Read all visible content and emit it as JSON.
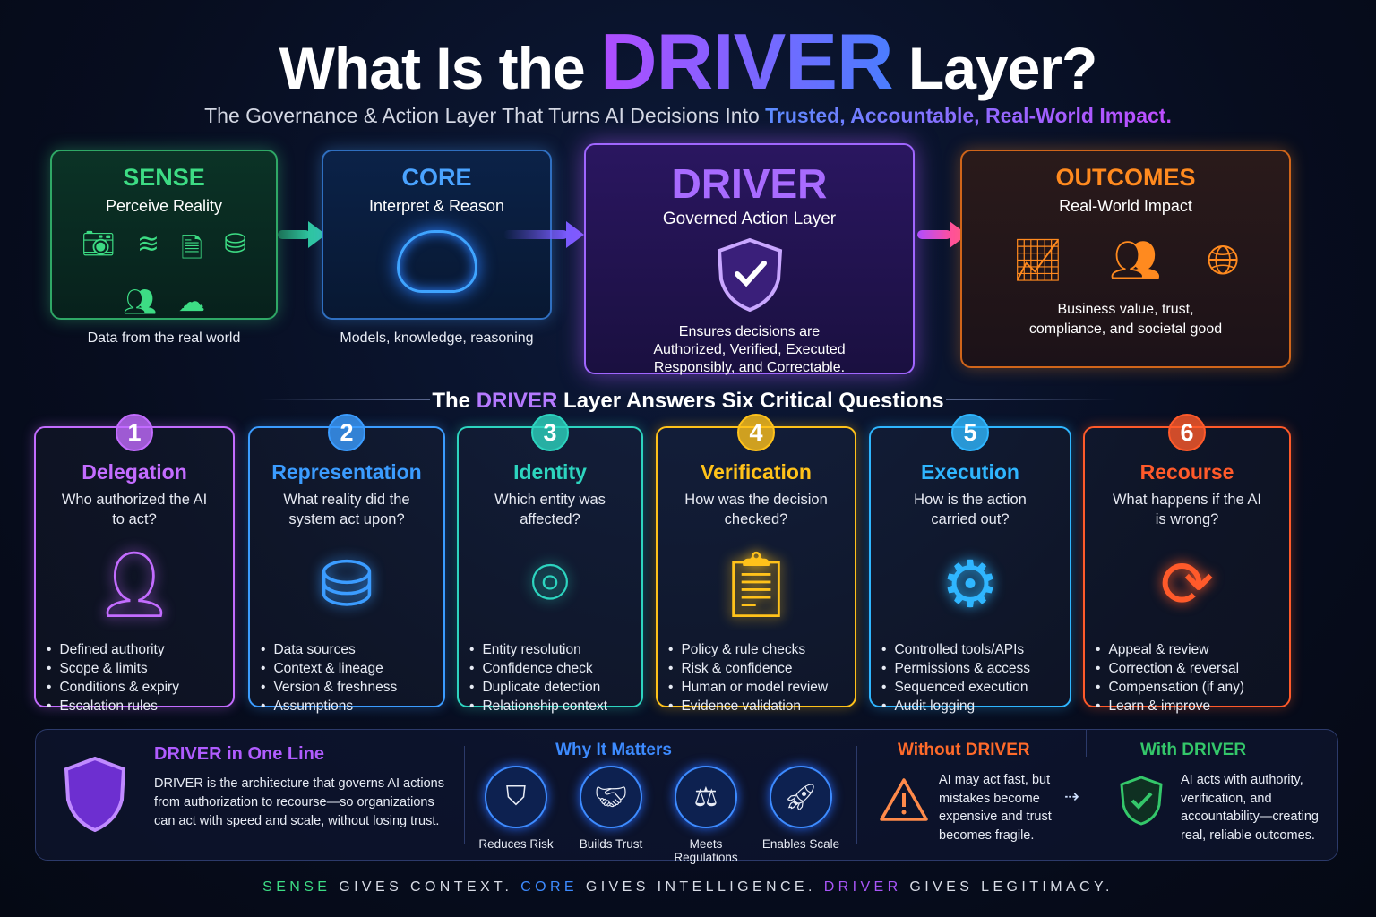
{
  "header": {
    "title_pre": "What Is the",
    "title_accent": "DRIVER",
    "title_post": "Layer?",
    "subtitle": "The Governance & Action Layer That Turns AI Decisions Into",
    "subtitle_accent": "Trusted, Accountable, Real-World Impact."
  },
  "flow": {
    "sense": {
      "title": "SENSE",
      "subtitle": "Perceive Reality",
      "caption": "Data from the real world",
      "color": "#3ddc84",
      "icons": [
        "camera-icon",
        "wifi-icon",
        "document-icon",
        "database-icon",
        "users-icon",
        "cloud-gear-icon"
      ]
    },
    "core": {
      "title": "CORE",
      "subtitle": "Interpret & Reason",
      "caption": "Models, knowledge, reasoning",
      "color": "#4aa3ff",
      "icon": "brain-icon"
    },
    "driver": {
      "title": "DRIVER",
      "subtitle": "Governed Action Layer",
      "description": "Ensures decisions are Authorized, Verified, Executed Responsibly, and Correctable.",
      "color": "#a855f7",
      "icon": "shield-check-icon"
    },
    "outcomes": {
      "title": "OUTCOMES",
      "subtitle": "Real-World Impact",
      "description": "Business value, trust, compliance, and societal good",
      "color": "#ff8a1f",
      "icons": [
        "growth-chart-icon",
        "team-icon",
        "globe-icon"
      ]
    }
  },
  "questions": {
    "title_pre": "The",
    "title_accent": "DRIVER",
    "title_post": "Layer Answers Six Critical Questions",
    "cards": [
      {
        "number": "1",
        "title": "Delegation",
        "question": "Who authorized the AI to act?",
        "icon": "user-check-icon",
        "color": "#c36cff",
        "bullets": [
          "Defined authority",
          "Scope & limits",
          "Conditions & expiry",
          "Escalation rules"
        ]
      },
      {
        "number": "2",
        "title": "Representation",
        "question": "What reality did the system act upon?",
        "icon": "database-document-icon",
        "color": "#3b9cff",
        "bullets": [
          "Data sources",
          "Context & lineage",
          "Version & freshness",
          "Assumptions"
        ]
      },
      {
        "number": "3",
        "title": "Identity",
        "question": "Which entity was affected?",
        "icon": "fingerprint-icon",
        "color": "#2dd4bf",
        "bullets": [
          "Entity resolution",
          "Confidence check",
          "Duplicate detection",
          "Relationship context"
        ]
      },
      {
        "number": "4",
        "title": "Verification",
        "question": "How was the decision checked?",
        "icon": "checklist-search-icon",
        "color": "#ffc21a",
        "bullets": [
          "Policy & rule checks",
          "Risk & confidence",
          "Human or model review",
          "Evidence validation"
        ]
      },
      {
        "number": "5",
        "title": "Execution",
        "question": "How is the action carried out?",
        "icon": "gears-play-icon",
        "color": "#2fb6ff",
        "bullets": [
          "Controlled tools/APIs",
          "Permissions & access",
          "Sequenced execution",
          "Audit logging"
        ]
      },
      {
        "number": "6",
        "title": "Recourse",
        "question": "What happens if the AI is wrong?",
        "icon": "user-cycle-icon",
        "color": "#ff5a2a",
        "bullets": [
          "Appeal & review",
          "Correction & reversal",
          "Compensation (if any)",
          "Learn & improve"
        ]
      }
    ]
  },
  "bottom": {
    "one_line": {
      "title": "DRIVER in One Line",
      "text": "DRIVER is the architecture that governs AI actions from authorization to recourse—so organizations can act with speed and scale, without losing trust."
    },
    "why": {
      "title": "Why It Matters",
      "items": [
        {
          "label": "Reduces Risk",
          "icon": "shield-check-icon"
        },
        {
          "label": "Builds Trust",
          "icon": "handshake-icon"
        },
        {
          "label": "Meets Regulations",
          "icon": "gavel-icon"
        },
        {
          "label": "Enables Scale",
          "icon": "rocket-icon"
        }
      ]
    },
    "without": {
      "title": "Without DRIVER",
      "text": "AI may act fast, but mistakes become expensive and trust becomes fragile.",
      "icon": "warning-icon"
    },
    "with": {
      "title": "With DRIVER",
      "text": "AI acts with authority, verification, and accountability—creating real, reliable outcomes.",
      "icon": "shield-check-icon"
    }
  },
  "footer": {
    "sense": "SENSE",
    "sense_rest": "GIVES CONTEXT.",
    "core": "CORE",
    "core_rest": "GIVES INTELLIGENCE.",
    "driver": "DRIVER",
    "driver_rest": "GIVES LEGITIMACY."
  }
}
